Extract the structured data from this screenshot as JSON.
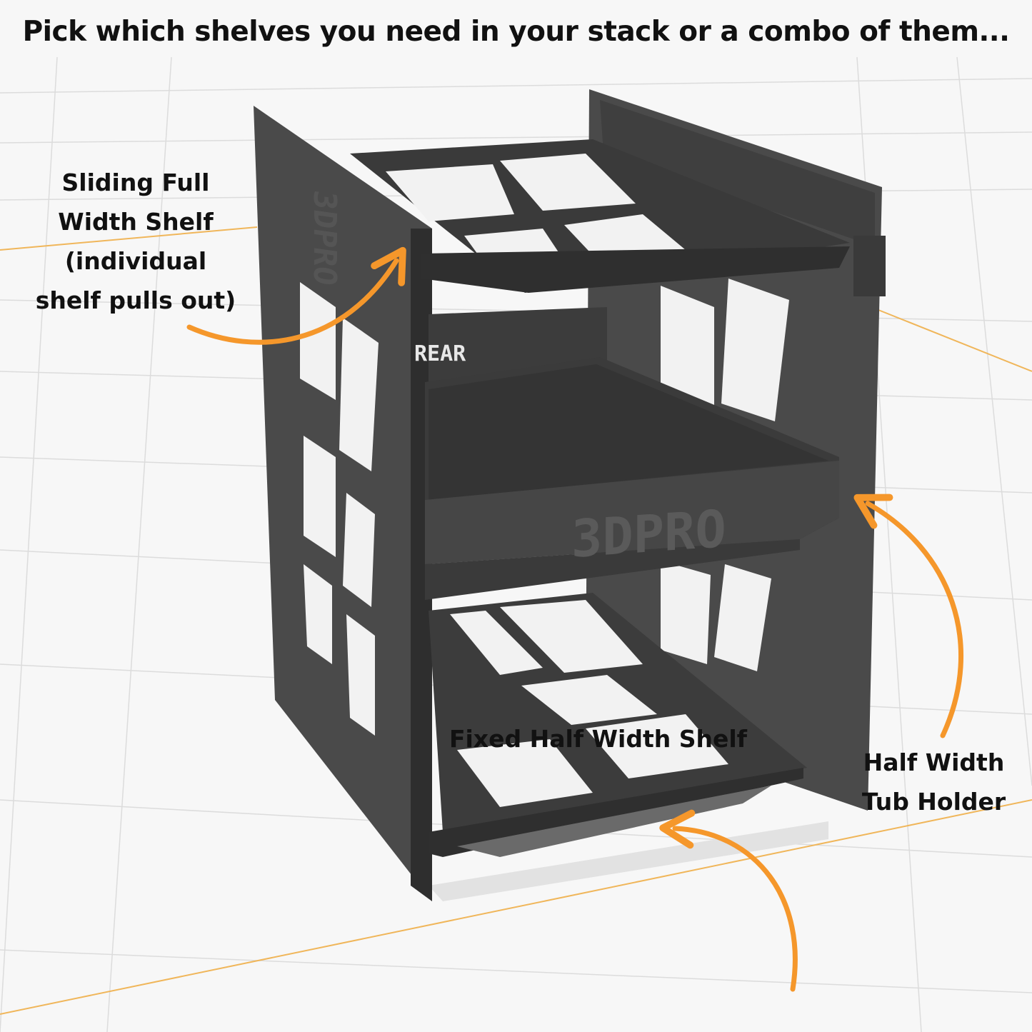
{
  "headline": "Pick which shelves you need in your stack or a combo of them...",
  "callouts": {
    "sliding_full_width_shelf": [
      "Sliding Full",
      "Width Shelf",
      "(individual",
      "shelf pulls out)"
    ],
    "half_width_tub_holder": [
      "Half Width",
      "Tub Holder"
    ],
    "fixed_half_width_shelf": [
      "Fixed Half Width Shelf"
    ]
  },
  "rack_engravings": {
    "side_logo": "3DPRO",
    "tub_logo": "3DPRO",
    "rear_label": "REAR"
  },
  "colors": {
    "background": "#f7f7f7",
    "grid": "#dcdcdc",
    "grid_accent": "#f0b65a",
    "metal_dark": "#3a3a3a",
    "metal_mid": "#4a4a4a",
    "arrow": "#f5972b",
    "text": "#111111"
  },
  "icons": [
    "curved-arrow-icon"
  ]
}
